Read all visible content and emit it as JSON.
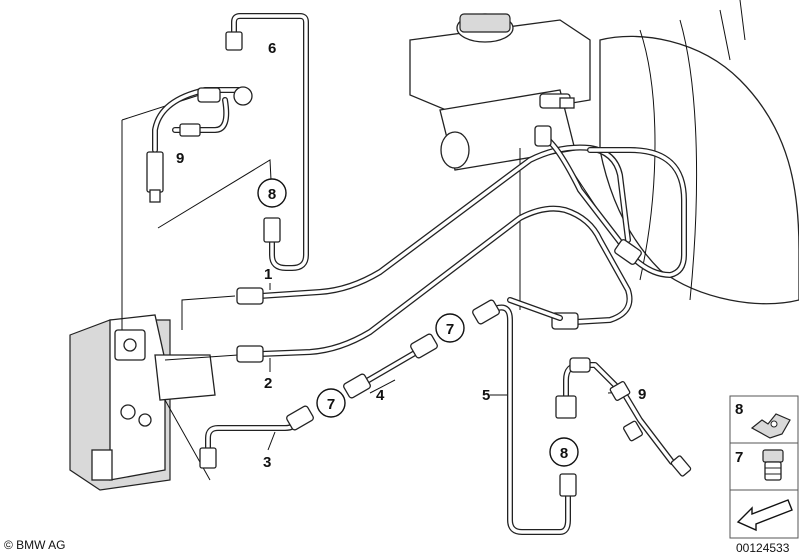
{
  "diagram": {
    "labels": {
      "l1": "1",
      "l2": "2",
      "l3": "3",
      "l4": "4",
      "l5": "5",
      "l6": "6",
      "l9a": "9",
      "l9b": "9"
    },
    "circled": {
      "c8a": "8",
      "c8b": "8",
      "c7a": "7",
      "c7b": "7"
    },
    "legend": {
      "item_8": "8",
      "item_7": "7"
    }
  },
  "footer": {
    "brand": "© BMW AG",
    "code": "00124533"
  }
}
